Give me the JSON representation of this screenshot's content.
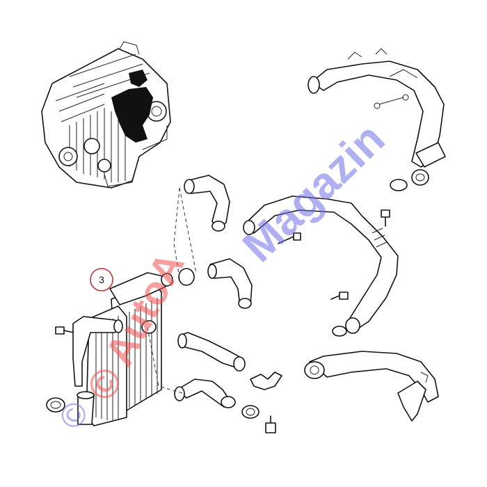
{
  "diagram": {
    "callout": {
      "label": "3",
      "color": "#c0303a"
    },
    "watermark": {
      "left_text": "© AutoA",
      "right_text": "Magazin",
      "left_color": "#f05050",
      "right_color": "#6e6ee6",
      "copyright_color": "#6e6ee6"
    }
  }
}
